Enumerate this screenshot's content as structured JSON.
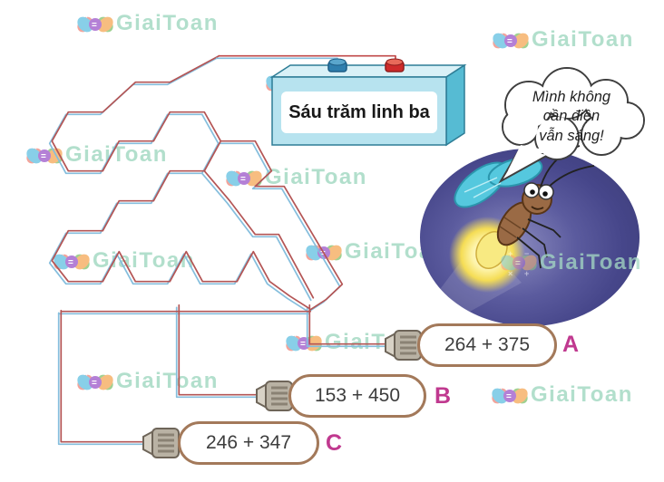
{
  "watermark": {
    "text": "GiaiToan",
    "color": "#a5dac4"
  },
  "battery": {
    "label": "Sáu trăm linh ba",
    "fill_color": "#b7e3ef",
    "terminal_left_color": "#2f7fae",
    "terminal_right_color": "#cf2b2b"
  },
  "speech": {
    "lines": [
      "Mình không",
      "cần điện",
      "vẫn sáng!"
    ]
  },
  "bulbs": [
    {
      "label": "A",
      "expression": "264 + 375"
    },
    {
      "label": "B",
      "expression": "153 + 450"
    },
    {
      "label": "C",
      "expression": "246 + 347"
    }
  ],
  "colors": {
    "wire_red": "#b45555",
    "wire_blue": "#85bedd",
    "answer_label": "#c0398f",
    "capsule_border": "#a3795a",
    "night_blob": "#46468a",
    "firefly_glow": "#f8ea82"
  },
  "icons": {
    "watermark_logo": "math-symbols-flower-icon",
    "firefly": "firefly-icon",
    "plug": "wire-plug-icon"
  }
}
